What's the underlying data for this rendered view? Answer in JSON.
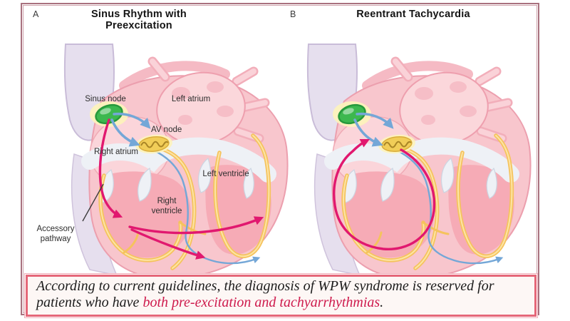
{
  "panels": {
    "a": {
      "letter": "A",
      "title": "Sinus Rhythm with Preexcitation",
      "labels": {
        "sinus_node": "Sinus node",
        "left_atrium": "Left atrium",
        "av_node": "AV node",
        "right_atrium": "Right atrium",
        "left_ventricle": "Left ventricle",
        "right_ventricle": "Right ventricle",
        "accessory_pathway": "Accessory pathway"
      }
    },
    "b": {
      "letter": "B",
      "title": "Reentrant Tachycardia"
    }
  },
  "caption": {
    "text_before": "According to current guidelines, the diagnosis of WPW syndrome is reserved for patients who have ",
    "highlight": "both pre-excitation and tachyarrhythmias",
    "text_after": "."
  },
  "colors": {
    "frame_border": "#a8717e",
    "frame_border_light": "#cfa3ac",
    "caption_border": "#e56779",
    "caption_highlight": "#ce1a4c",
    "magenta_arrow": "#e1186f",
    "blue_arrow": "#74a7d7",
    "conduction_yellow": "#f5c35d",
    "sinus_node_green": "#3db84f",
    "av_node_yellow": "#f1cd58",
    "heart_pink": "#f8c6cd"
  }
}
